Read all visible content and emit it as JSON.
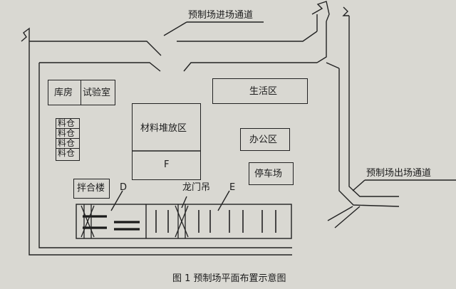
{
  "diagram": {
    "entrance_road_label": "预制场进场通道",
    "exit_road_label": "预制场出场通道",
    "zones": {
      "warehouse": "库房",
      "lab": "试验室",
      "living": "生活区",
      "material_yard": "材料堆放区",
      "material_yard_letter": "F",
      "silos": [
        "料仓",
        "料仓",
        "料仓",
        "料仓"
      ],
      "mixing_plant": "拌合楼",
      "office": "办公区",
      "parking": "停车场",
      "gantry_crane": "龙门吊"
    },
    "letters": {
      "d": "D",
      "e": "E",
      "f": "F"
    }
  },
  "caption": "图 1   预制场平面布置示意图",
  "colors": {
    "line": "#222222",
    "background": "#d9d8d2"
  }
}
